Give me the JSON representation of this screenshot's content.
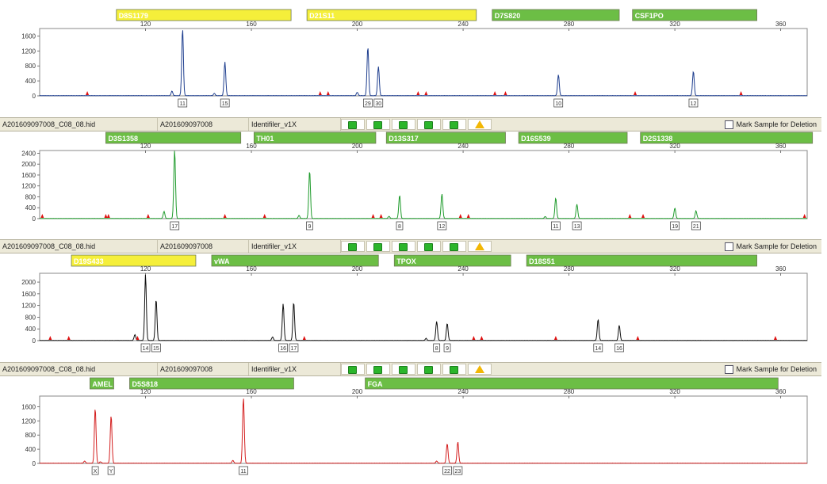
{
  "chart_data": [
    {
      "type": "line",
      "color": "#1f3f8f",
      "xlim": [
        80,
        370
      ],
      "ylim": [
        0,
        1800
      ],
      "x_ticks": [
        120,
        160,
        200,
        240,
        280,
        320,
        360
      ],
      "y_ticks": [
        0,
        400,
        800,
        1200,
        1600
      ],
      "loci": [
        {
          "name": "D8S1179",
          "start": 109,
          "end": 175,
          "color": "#f5ef3a"
        },
        {
          "name": "D21S11",
          "start": 181,
          "end": 245,
          "color": "#f5ef3a"
        },
        {
          "name": "D7S820",
          "start": 251,
          "end": 299,
          "color": "#6cbe45"
        },
        {
          "name": "CSF1PO",
          "start": 304,
          "end": 351,
          "color": "#6cbe45"
        }
      ],
      "peaks": [
        {
          "x": 134,
          "y": 1780,
          "label": "11"
        },
        {
          "x": 150,
          "y": 900,
          "label": "15"
        },
        {
          "x": 204,
          "y": 1300,
          "label": "29"
        },
        {
          "x": 208,
          "y": 780,
          "label": "30"
        },
        {
          "x": 276,
          "y": 560,
          "label": "10"
        },
        {
          "x": 327,
          "y": 650,
          "label": "12"
        }
      ],
      "minor_peaks": [
        {
          "x": 130,
          "y": 120
        },
        {
          "x": 146,
          "y": 60
        },
        {
          "x": 200,
          "y": 90
        }
      ],
      "artifacts": [
        98,
        186,
        189,
        223,
        226,
        252,
        256,
        305,
        345
      ]
    },
    {
      "type": "line",
      "color": "#1f9b2c",
      "xlim": [
        80,
        370
      ],
      "ylim": [
        0,
        2500
      ],
      "x_ticks": [
        120,
        160,
        200,
        240,
        280,
        320,
        360
      ],
      "y_ticks": [
        0,
        400,
        800,
        1200,
        1600,
        2000,
        2400
      ],
      "loci": [
        {
          "name": "D3S1358",
          "start": 105,
          "end": 156,
          "color": "#6cbe45"
        },
        {
          "name": "TH01",
          "start": 161,
          "end": 207,
          "color": "#6cbe45"
        },
        {
          "name": "D13S317",
          "start": 211,
          "end": 256,
          "color": "#6cbe45"
        },
        {
          "name": "D16S539",
          "start": 261,
          "end": 302,
          "color": "#6cbe45"
        },
        {
          "name": "D2S1338",
          "start": 307,
          "end": 372,
          "color": "#6cbe45"
        }
      ],
      "peaks": [
        {
          "x": 131,
          "y": 2500,
          "label": "17"
        },
        {
          "x": 182,
          "y": 1750,
          "label": "9"
        },
        {
          "x": 216,
          "y": 850,
          "label": "8"
        },
        {
          "x": 232,
          "y": 900,
          "label": "12"
        },
        {
          "x": 275,
          "y": 750,
          "label": "11"
        },
        {
          "x": 283,
          "y": 520,
          "label": "13"
        },
        {
          "x": 320,
          "y": 380,
          "label": "19"
        },
        {
          "x": 328,
          "y": 280,
          "label": "21"
        }
      ],
      "minor_peaks": [
        {
          "x": 127,
          "y": 260
        },
        {
          "x": 178,
          "y": 110
        },
        {
          "x": 212,
          "y": 80
        },
        {
          "x": 271,
          "y": 70
        }
      ],
      "artifacts": [
        81,
        105,
        106,
        121,
        150,
        165,
        206,
        209,
        239,
        242,
        303,
        308,
        369
      ]
    },
    {
      "type": "line",
      "color": "#111111",
      "xlim": [
        80,
        370
      ],
      "ylim": [
        0,
        2300
      ],
      "x_ticks": [
        120,
        160,
        200,
        240,
        280,
        320,
        360
      ],
      "y_ticks": [
        0,
        400,
        800,
        1200,
        1600,
        2000
      ],
      "loci": [
        {
          "name": "D19S433",
          "start": 92,
          "end": 139,
          "color": "#f5ef3a"
        },
        {
          "name": "vWA",
          "start": 145,
          "end": 208,
          "color": "#6cbe45"
        },
        {
          "name": "TPOX",
          "start": 214,
          "end": 258,
          "color": "#6cbe45"
        },
        {
          "name": "D18S51",
          "start": 264,
          "end": 351,
          "color": "#6cbe45"
        }
      ],
      "peaks": [
        {
          "x": 120,
          "y": 2250,
          "label": "14"
        },
        {
          "x": 124,
          "y": 1400,
          "label": "15"
        },
        {
          "x": 172,
          "y": 1250,
          "label": "16"
        },
        {
          "x": 176,
          "y": 1300,
          "label": "17"
        },
        {
          "x": 230,
          "y": 650,
          "label": "8"
        },
        {
          "x": 234,
          "y": 580,
          "label": "9"
        },
        {
          "x": 291,
          "y": 720,
          "label": "14"
        },
        {
          "x": 299,
          "y": 520,
          "label": "16"
        }
      ],
      "minor_peaks": [
        {
          "x": 116,
          "y": 200
        },
        {
          "x": 168,
          "y": 120
        },
        {
          "x": 226,
          "y": 70
        }
      ],
      "artifacts": [
        84,
        91,
        117,
        180,
        244,
        247,
        275,
        306,
        358
      ]
    },
    {
      "type": "line",
      "color": "#d42020",
      "xlim": [
        80,
        370
      ],
      "ylim": [
        0,
        1900
      ],
      "x_ticks": [
        120,
        160,
        200,
        240,
        280,
        320,
        360
      ],
      "y_ticks": [
        0,
        400,
        800,
        1200,
        1600
      ],
      "loci": [
        {
          "name": "AMEL",
          "start": 99,
          "end": 108,
          "color": "#6cbe45"
        },
        {
          "name": "D5S818",
          "start": 114,
          "end": 176,
          "color": "#6cbe45"
        },
        {
          "name": "FGA",
          "start": 203,
          "end": 359,
          "color": "#6cbe45"
        }
      ],
      "peaks": [
        {
          "x": 101,
          "y": 1550,
          "label": "X"
        },
        {
          "x": 107,
          "y": 1350,
          "label": "Y"
        },
        {
          "x": 157,
          "y": 1850,
          "label": "11"
        },
        {
          "x": 234,
          "y": 550,
          "label": "22"
        },
        {
          "x": 238,
          "y": 600,
          "label": "23"
        }
      ],
      "minor_peaks": [
        {
          "x": 97,
          "y": 60
        },
        {
          "x": 103,
          "y": 40
        },
        {
          "x": 153,
          "y": 80
        },
        {
          "x": 230,
          "y": 60
        }
      ],
      "artifacts": []
    }
  ],
  "sample_rows": [
    {
      "file": "A201609097008_C08_08.hid",
      "sample": "A201609097008",
      "panel": "Identifiler_v1X",
      "mark_label": "Mark Sample for Deletion"
    },
    {
      "file": "A201609097008_C08_08.hid",
      "sample": "A201609097008",
      "panel": "Identifiler_v1X",
      "mark_label": "Mark Sample for Deletion"
    },
    {
      "file": "A201609097008_C08_08.hid",
      "sample": "A201609097008",
      "panel": "Identifiler_v1X",
      "mark_label": "Mark Sample for Deletion"
    }
  ],
  "qc_flags": [
    "green",
    "green",
    "green",
    "green",
    "green",
    "warning"
  ]
}
